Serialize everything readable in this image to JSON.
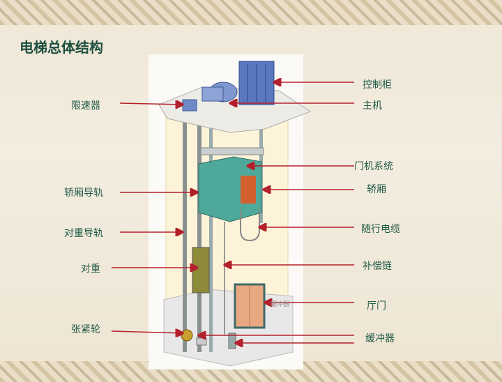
{
  "title": "电梯总体结构",
  "left_labels": [
    "限速器",
    "轿厢导轨",
    "对重导轨",
    "对重",
    "张紧轮"
  ],
  "right_labels": [
    "控制柜",
    "主机",
    "门机系统",
    "轿厢",
    "随行电缆",
    "补偿链",
    "厅门",
    "缓冲器"
  ],
  "inline_label": "缓冲器",
  "colors": {
    "label": "#1f5a45",
    "arrow": "#b3202c",
    "cabinet": "#5a78c0",
    "car": "#4fa99a",
    "door": "#e8a882"
  }
}
